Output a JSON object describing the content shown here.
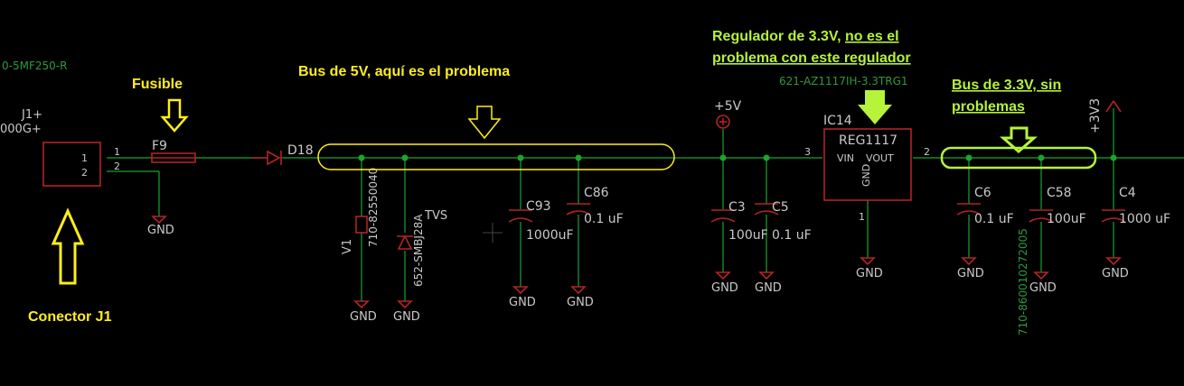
{
  "annotations": {
    "fuse": "Fusible",
    "bus5v": "Bus de 5V, aquí es el problema",
    "reg_line1_a": "Regulador de 3.3V, ",
    "reg_line1_b": "no es el",
    "reg_line2": "problema con este regulador",
    "bus33_line1": "Bus de 3.3V, sin",
    "bus33_line2": "problemas",
    "connector": "Conector J1"
  },
  "labels": {
    "j1_part": "0-5MF250-R",
    "j1_name": "J1+",
    "j1_value": "000G+",
    "j1_pin1": "1",
    "j1_pin2": "2",
    "j1_net1": "1",
    "j1_net2": "2",
    "fuse_name": "F9",
    "diode_name": "D18",
    "v1_name": "V1",
    "v1_part": "710-82550040",
    "tvs_name": "TVS",
    "tvs_part": "652-SMBJ28A",
    "c93_name": "C93",
    "c93_value": "1000uF",
    "c86_name": "C86",
    "c86_value": "0.1 uF",
    "p5v_label": "+5V",
    "c3_name": "C3",
    "c3_value": "100uF",
    "c5_name": "C5",
    "c5_value": "0.1 uF",
    "ic_part": "621-AZ1117IH-3.3TRG1",
    "ic_name": "IC14",
    "ic_value": "REG1117",
    "ic_vin": "VIN",
    "ic_vout": "VOUT",
    "ic_gnd": "GND",
    "ic_pin3": "3",
    "ic_pin2": "2",
    "ic_pin1": "1",
    "p33_label": "+3V3",
    "c6_name": "C6",
    "c6_value": "0.1 uF",
    "c58_name": "C58",
    "c58_value": "100uF",
    "c58_part": "710-860010272005",
    "c4_name": "C4",
    "c4_value": "1000 uF",
    "gnd": "GND"
  },
  "colors": {
    "background": "#000000",
    "wire": "#1ba52b",
    "symbol": "#b22424",
    "annotation_yellow": "#ffee1a",
    "annotation_green": "#b6f33a"
  }
}
